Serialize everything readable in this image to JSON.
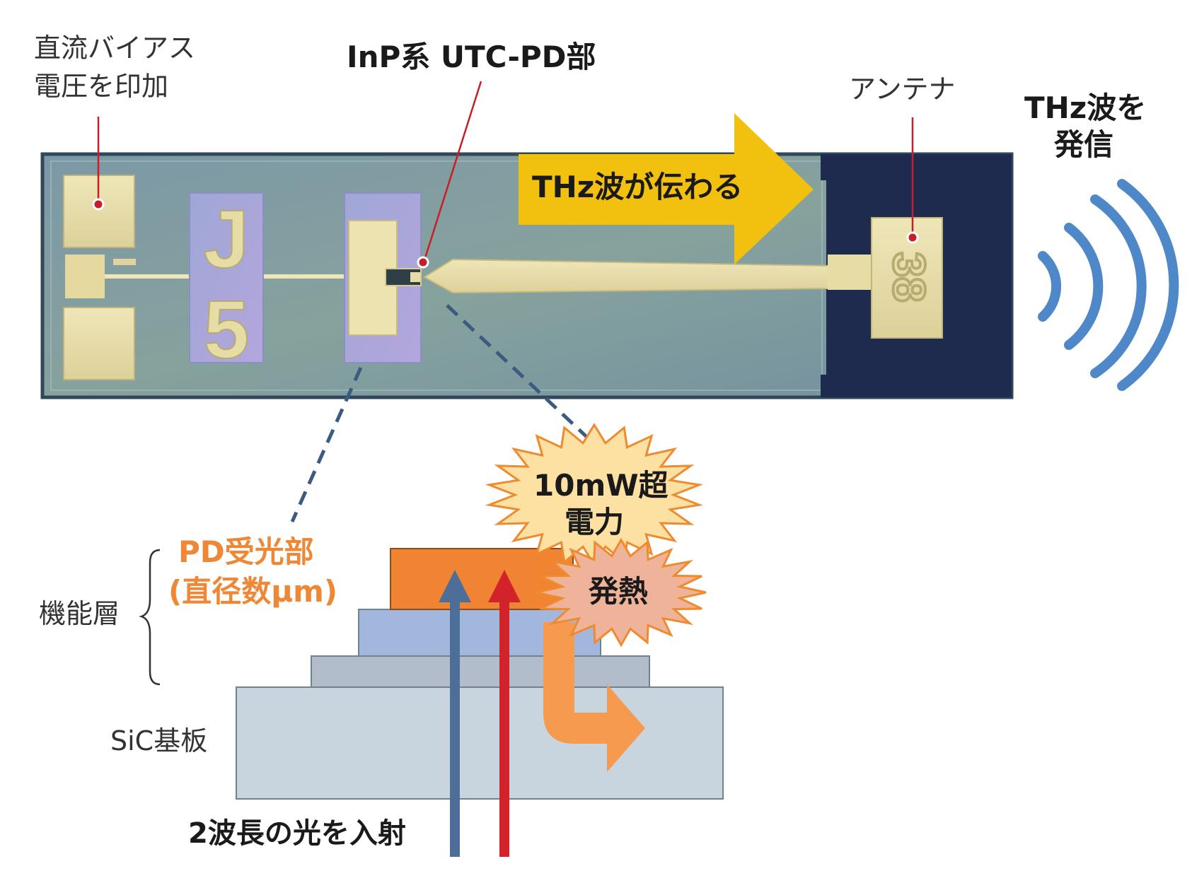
{
  "labels": {
    "dc_bias_line1": "直流バイアス",
    "dc_bias_line2": "電圧を印加",
    "utc_pd": "InP系 UTC-PD部",
    "antenna": "アンテナ",
    "thz_emit_line1": "THz波を",
    "thz_emit_line2": "発信",
    "thz_propagate": "THz波が伝わる",
    "power_line1": "10mW超",
    "power_line2": "電力",
    "heat": "発熱",
    "pd_area_line1": "PD受光部",
    "pd_area_line2": "(直径数μm)",
    "functional_layer": "機能層",
    "sic_substrate": "SiC基板",
    "incident_light": "2波長の光を入射"
  },
  "chip_marks": {
    "pad_letter_1": "J",
    "pad_letter_2": "5",
    "antenna_digits": "38"
  },
  "colors": {
    "chip_body": "#7b97a2",
    "chip_dark_region": "#1f2b4e",
    "gold_metal": "#e8dfae",
    "propagation_arrow": "#f2c10f",
    "wave_blue": "#4f88c8",
    "leader_red": "#c81d2a",
    "dashed_blue": "#3c5b80",
    "pd_layer": "#f08432",
    "layer_blue": "#a2b7dc",
    "layer_gray": "#b3bccb",
    "substrate": "#c9d5de",
    "light_blue_arrow": "#4c6e99",
    "light_red_arrow": "#d2232a",
    "heat_flow_arrow": "#f59a4f",
    "power_burst": "#fde1a3",
    "heat_burst": "#eeb398",
    "burst_outline": "#f08a2f"
  }
}
